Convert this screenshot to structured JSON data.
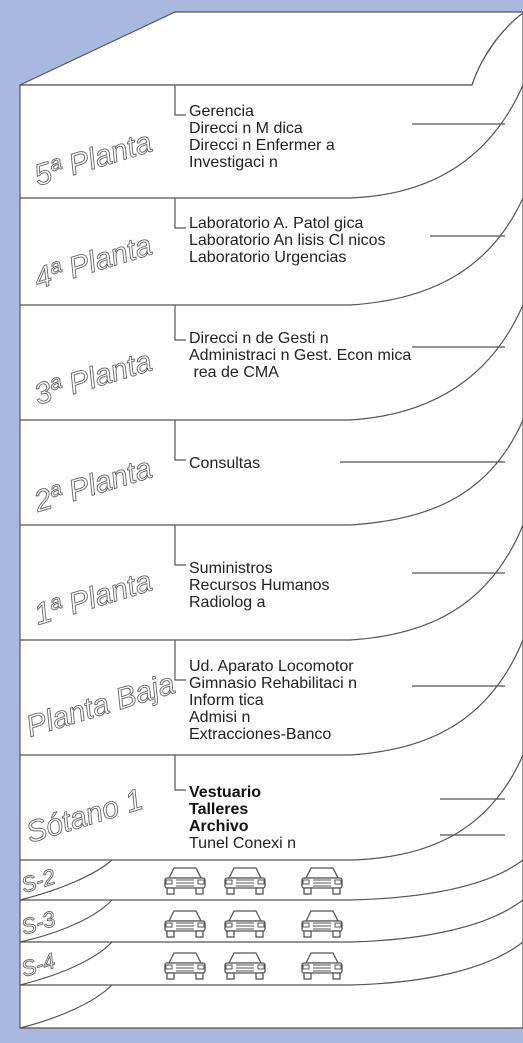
{
  "colors": {
    "background": "#a9b8de",
    "building": "#ffffff",
    "lines": "#555555"
  },
  "floors": [
    {
      "id": "planta5",
      "label": "5ª Planta",
      "rooms": [
        "Gerencia",
        "Direcci n M dica",
        "Direcci n Enfermer a",
        "Investigaci n"
      ]
    },
    {
      "id": "planta4",
      "label": "4ª Planta",
      "rooms": [
        "Laboratorio A. Patol gica",
        "Laboratorio An lisis Cl nicos",
        "Laboratorio Urgencias"
      ]
    },
    {
      "id": "planta3",
      "label": "3ª Planta",
      "rooms": [
        "Direcci n de Gesti n",
        "Administraci n Gest. Econ mica",
        " rea de CMA"
      ]
    },
    {
      "id": "planta2",
      "label": "2ª Planta",
      "rooms": [
        "Consultas"
      ]
    },
    {
      "id": "planta1",
      "label": "1ª Planta",
      "rooms": [
        "Suministros",
        "Recursos Humanos",
        "Radiolog a"
      ]
    },
    {
      "id": "planta-baja",
      "label": "Planta Baja",
      "rooms": [
        "Ud. Aparato Locomotor",
        "Gimnasio Rehabilitaci n",
        "Inform tica",
        "Admisi n",
        "Extracciones-Banco"
      ]
    },
    {
      "id": "sotano1",
      "label": "Sótano 1",
      "rooms": [
        "Vestuario",
        "Talleres",
        "Archivo",
        "Tunel Conexi n"
      ]
    },
    {
      "id": "s2",
      "label": "S-2",
      "parking": "car-icon"
    },
    {
      "id": "s3",
      "label": "S-3",
      "parking": "car-icon"
    },
    {
      "id": "s4",
      "label": "S-4",
      "parking": "car-icon"
    }
  ]
}
